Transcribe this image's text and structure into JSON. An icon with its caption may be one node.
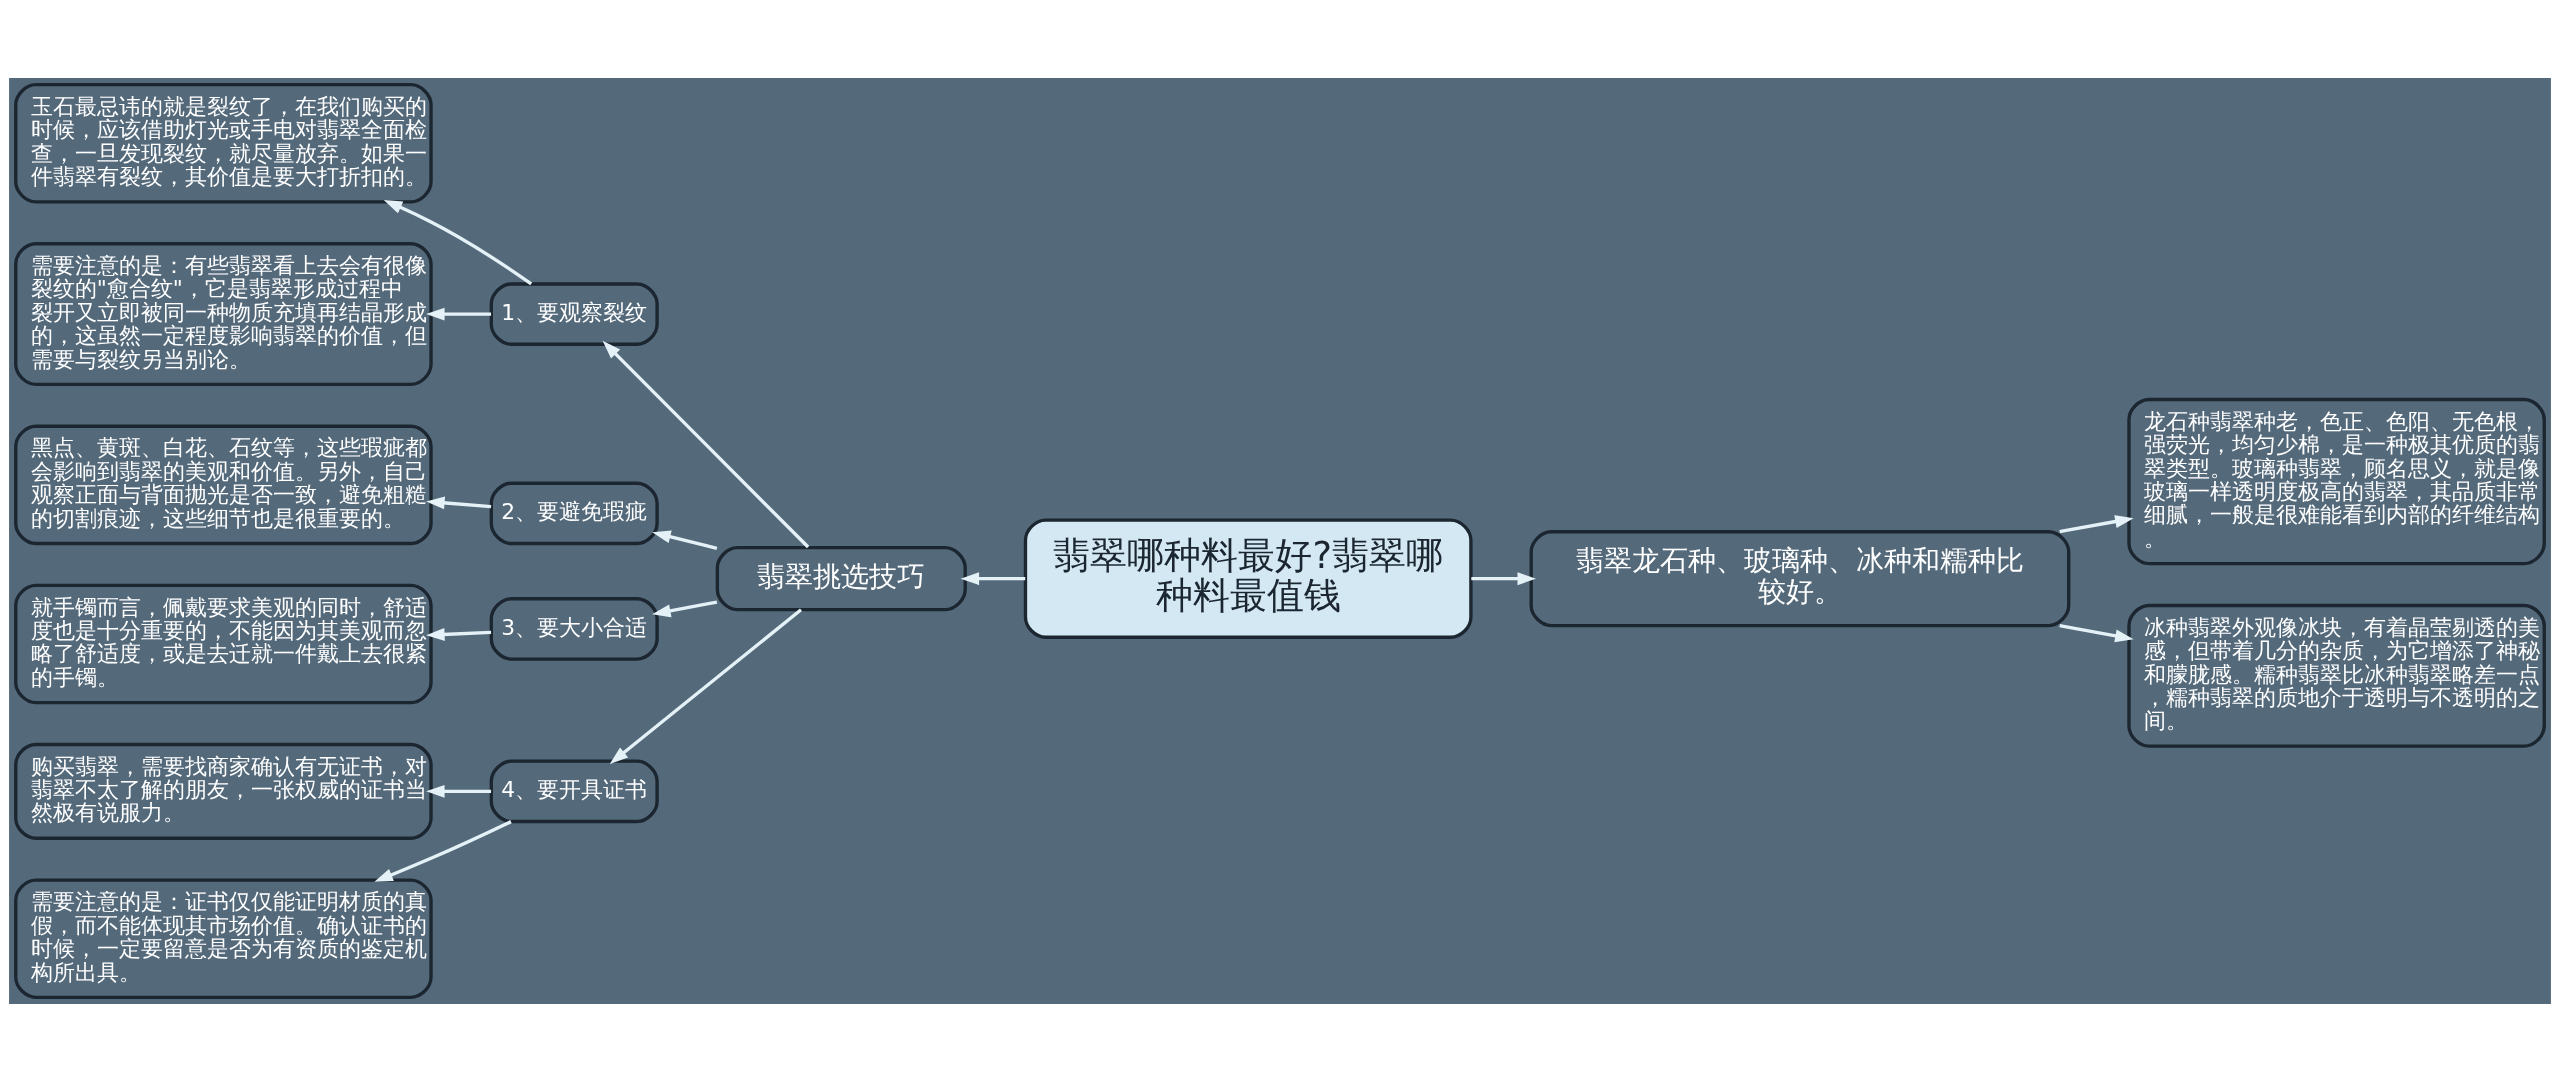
{
  "diagram": {
    "nodes": [
      {
        "text": [
          "翡翠哪种料最好?翡翠哪种料最值钱"
        ]
      },
      {
        "text": [
          "翡翠挑选技巧"
        ]
      },
      {
        "text": [
          "翡翠龙石种、玻璃种、冰种和糯种比较好。"
        ]
      },
      {
        "text": [
          "1、要观察裂纹"
        ]
      },
      {
        "text": [
          "玉石最忌讳的就是裂纹了，在我们购买的时候，应该借助灯光或手电对翡翠全面检查，一旦发现裂纹，就尽量放弃。如果一件翡翠有裂纹，其价值是要大打折扣的。"
        ]
      },
      {
        "text": [
          "需要注意的是：有些翡翠看上去会有很像裂纹的\"愈合纹\"，它是翡翠形成过程中裂开又立即被同一种物质充填再结晶形成的，这虽然一定程度影响翡翠的价值，但需要与裂纹另当别论。"
        ]
      },
      {
        "text": [
          "2、要避免瑕疵"
        ]
      },
      {
        "text": [
          "黑点、黄斑、白花、石纹等，这些瑕疵都会影响到翡翠的美观和价值。另外，自己观察正面与背面抛光是否一致，避免粗糙的切割痕迹，这些细节也是很重要的。"
        ]
      },
      {
        "text": [
          "3、要大小合适"
        ]
      },
      {
        "text": [
          "就手镯而言，佩戴要求美观的同时，舒适度也是十分重要的，不能因为其美观而忽略了舒适度，或是去迁就一件戴上去很紧的手镯。"
        ]
      },
      {
        "text": [
          "4、要开具证书"
        ]
      },
      {
        "text": [
          "购买翡翠，需要找商家确认有无证书，对翡翠不太了解的朋友，一张权威的证书当然极有说服力。"
        ]
      },
      {
        "text": [
          "需要注意的是：证书仅仅能证明材质的真假，而不能体现其市场价值。确认证书的时候，一定要留意是否为有资质的鉴定机构所出具。"
        ]
      },
      {
        "text": [
          "龙石种翡翠种老，色正、色阳、无色根，强荧光，均匀少棉，是一种极其优质的翡翠类型。玻璃种翡翠，顾名思义，就是像玻璃一样透明度极高的翡翠，其品质非常细腻，一般是很难能看到内部的纤维结构。"
        ]
      },
      {
        "text": [
          "冰种翡翠外观像冰块，有着晶莹剔透的美感，但带着几分的杂质，为它增添了神秘和朦胧感。糯种翡翠比冰种翡翠略差一点，糯种翡翠的质地介于透明与不透明的之间。"
        ]
      }
    ],
    "edges": [
      {
        "from": 0,
        "to": 1,
        "arrow": "to"
      },
      {
        "from": 0,
        "to": 2,
        "arrow": "to"
      },
      {
        "from": 1,
        "to": 3,
        "arrow": "to"
      },
      {
        "from": 3,
        "to": 4,
        "arrow": "to"
      },
      {
        "from": 3,
        "to": 5,
        "arrow": "to"
      },
      {
        "from": 1,
        "to": 6,
        "arrow": "to"
      },
      {
        "from": 6,
        "to": 7,
        "arrow": "to"
      },
      {
        "from": 1,
        "to": 8,
        "arrow": "to"
      },
      {
        "from": 8,
        "to": 9,
        "arrow": "to"
      },
      {
        "from": 1,
        "to": 10,
        "arrow": "to"
      },
      {
        "from": 10,
        "to": 11,
        "arrow": "to"
      },
      {
        "from": 10,
        "to": 12,
        "arrow": "to"
      },
      {
        "from": 2,
        "to": 13,
        "arrow": "to"
      },
      {
        "from": 2,
        "to": 14,
        "arrow": "to"
      }
    ]
  }
}
